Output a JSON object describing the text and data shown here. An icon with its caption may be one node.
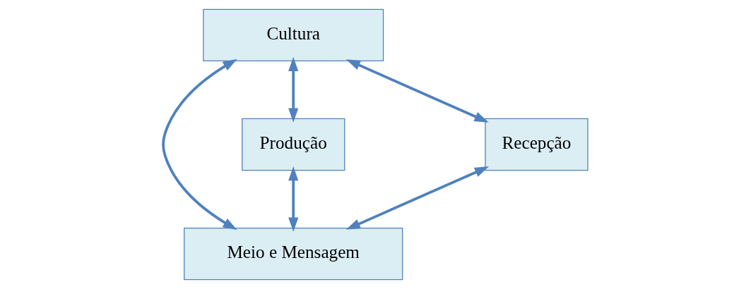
{
  "diagram": {
    "nodes": [
      {
        "text": [
          "Cultura"
        ]
      },
      {
        "text": [
          "Produção"
        ]
      },
      {
        "text": [
          "Recepção"
        ]
      },
      {
        "text": [
          "Meio e Mensagem"
        ]
      }
    ],
    "edges": [
      {
        "from": 1,
        "to": 0,
        "arrow": "both"
      },
      {
        "from": 0,
        "to": 2,
        "arrow": "both"
      },
      {
        "from": 0,
        "to": 3,
        "arrow": "both"
      },
      {
        "from": 1,
        "to": 3,
        "arrow": "both"
      },
      {
        "from": 2,
        "to": 3,
        "arrow": "both"
      }
    ]
  }
}
